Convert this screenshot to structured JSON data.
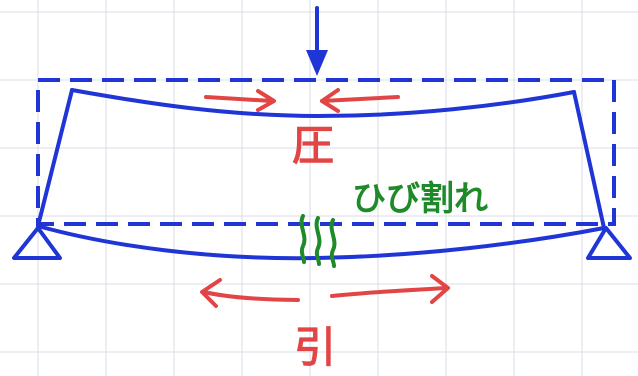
{
  "labels": {
    "compression": "圧",
    "tension": "引",
    "cracking": "ひび割れ"
  },
  "colors": {
    "beam": "#1f35d6",
    "force": "#e24545",
    "crack": "#1f8a2a",
    "grid": "#d9dde8",
    "background": "#ffffff"
  }
}
